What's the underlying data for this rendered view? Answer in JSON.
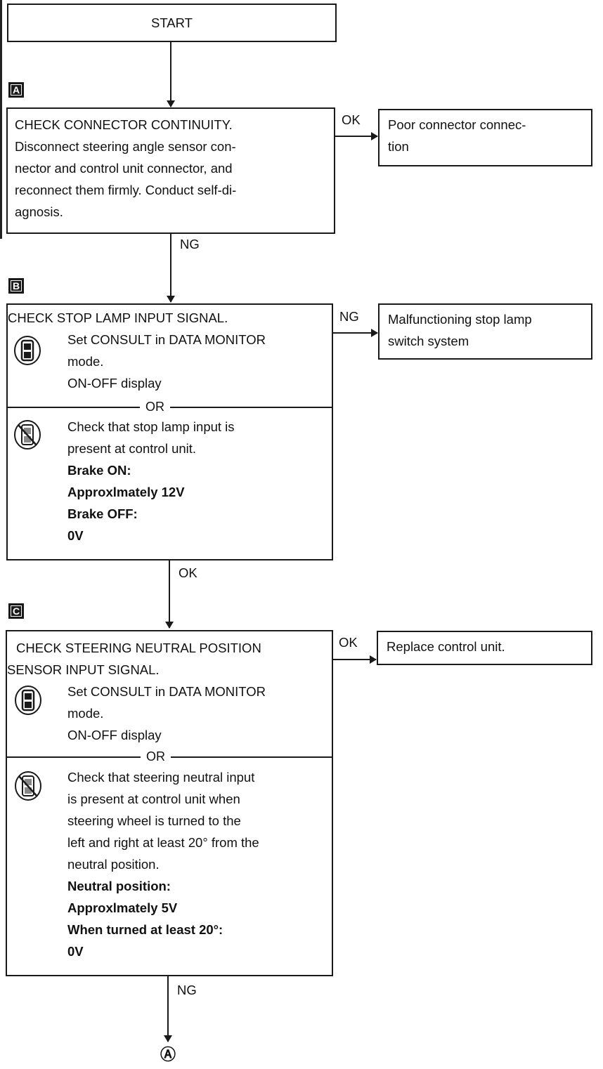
{
  "start": "START",
  "terminal": "Ⓐ",
  "steps": {
    "a": {
      "label": "A",
      "lines": [
        "CHECK CONNECTOR CONTINUITY.",
        "Disconnect steering angle sensor con-",
        "nector and control unit connector, and",
        "reconnect them firmly. Conduct self-di-",
        "agnosis."
      ],
      "branch_label": "OK",
      "result": [
        "Poor connector connec-",
        "tion"
      ],
      "down_label": "NG"
    },
    "b": {
      "label": "B",
      "title": "CHECK STOP LAMP INPUT SIGNAL.",
      "consult_lines": [
        "Set CONSULT in DATA MONITOR",
        "mode.",
        "ON-OFF display"
      ],
      "or": "OR",
      "no_consult_lines": [
        "Check that stop lamp input is",
        "present at control unit."
      ],
      "specs": [
        "Brake ON:",
        "Approxlmately 12V",
        "Brake OFF:",
        "0V"
      ],
      "branch_label": "NG",
      "result": [
        "Malfunctioning stop lamp",
        "switch system"
      ],
      "down_label": "OK"
    },
    "c": {
      "label": "C",
      "title_lines": [
        "CHECK STEERING NEUTRAL POSITION",
        "SENSOR INPUT SIGNAL."
      ],
      "consult_lines": [
        "Set CONSULT in DATA MONITOR",
        "mode.",
        "ON-OFF display"
      ],
      "or": "OR",
      "no_consult_lines": [
        "Check that steering neutral input",
        "is present at control unit when",
        "steering wheel is turned to the",
        "left and right at least 20° from the",
        "neutral position."
      ],
      "specs": [
        "Neutral position:",
        "Approxlmately 5V",
        "When turned at least 20°:",
        "0V"
      ],
      "branch_label": "OK",
      "result": [
        "Replace control unit."
      ],
      "down_label": "NG"
    }
  },
  "icons": {
    "consult": "consult-tester-icon",
    "no_consult": "no-consult-tester-icon"
  }
}
